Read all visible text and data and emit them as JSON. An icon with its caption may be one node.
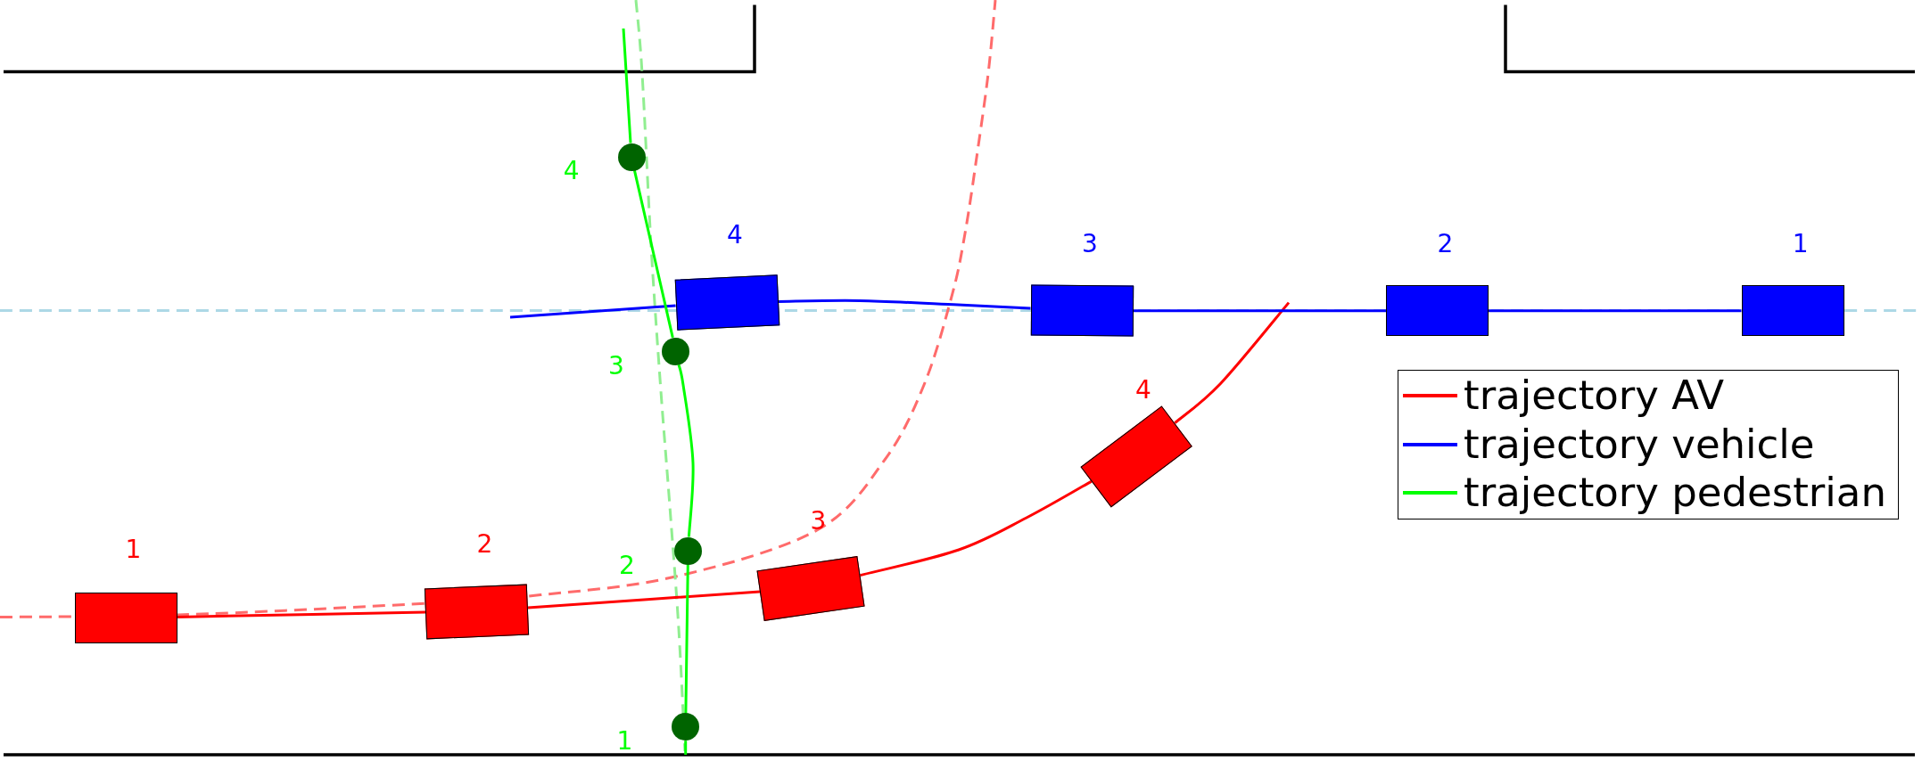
{
  "diagram": {
    "nodes": [
      {
        "text": [],
        "shape": "box",
        "beside": [
          "1"
        ]
      },
      {
        "text": [],
        "shape": "box",
        "beside": [
          "2"
        ]
      },
      {
        "text": [],
        "shape": "box",
        "beside": [
          "3"
        ]
      },
      {
        "text": [],
        "shape": "box",
        "beside": [
          "4"
        ]
      },
      {
        "text": [],
        "shape": "box",
        "beside": [
          "1"
        ]
      },
      {
        "text": [],
        "shape": "box",
        "beside": [
          "2"
        ]
      },
      {
        "text": [],
        "shape": "box",
        "beside": [
          "3"
        ]
      },
      {
        "text": [],
        "shape": "box",
        "beside": [
          "4"
        ]
      },
      {
        "text": [],
        "shape": "circle",
        "beside": [
          "1"
        ]
      },
      {
        "text": [],
        "shape": "circle",
        "beside": [
          "2"
        ]
      },
      {
        "text": [],
        "shape": "circle",
        "beside": [
          "3"
        ]
      },
      {
        "text": [],
        "shape": "circle",
        "beside": [
          "4"
        ]
      }
    ],
    "edges": [
      {
        "from": 0,
        "to": 1,
        "arrow": "none",
        "color": "#ff0000"
      },
      {
        "from": 1,
        "to": 2,
        "arrow": "none",
        "color": "#ff0000"
      },
      {
        "from": 2,
        "to": 3,
        "arrow": "none",
        "color": "#ff0000"
      },
      {
        "from": 3,
        "to": null,
        "arrow": "none",
        "color": "#ff0000"
      },
      {
        "from": 4,
        "to": 5,
        "arrow": "none",
        "color": "#0000ff"
      },
      {
        "from": 5,
        "to": 6,
        "arrow": "none",
        "color": "#0000ff"
      },
      {
        "from": 6,
        "to": 7,
        "arrow": "none",
        "color": "#0000ff"
      },
      {
        "from": 7,
        "to": null,
        "arrow": "none",
        "color": "#0000ff"
      },
      {
        "from": null,
        "to": 8,
        "arrow": "none",
        "color": "#00ff00"
      },
      {
        "from": 8,
        "to": 9,
        "arrow": "none",
        "color": "#00ff00"
      },
      {
        "from": 9,
        "to": 10,
        "arrow": "none",
        "color": "#00ff00"
      },
      {
        "from": 10,
        "to": 11,
        "arrow": "none",
        "color": "#00ff00"
      },
      {
        "from": 11,
        "to": null,
        "arrow": "none",
        "color": "#00ff00"
      }
    ],
    "legend": [
      {
        "text": "trajectory AV"
      },
      {
        "text": "trajectory vehicle"
      },
      {
        "text": "trajectory pedestrian"
      }
    ]
  }
}
